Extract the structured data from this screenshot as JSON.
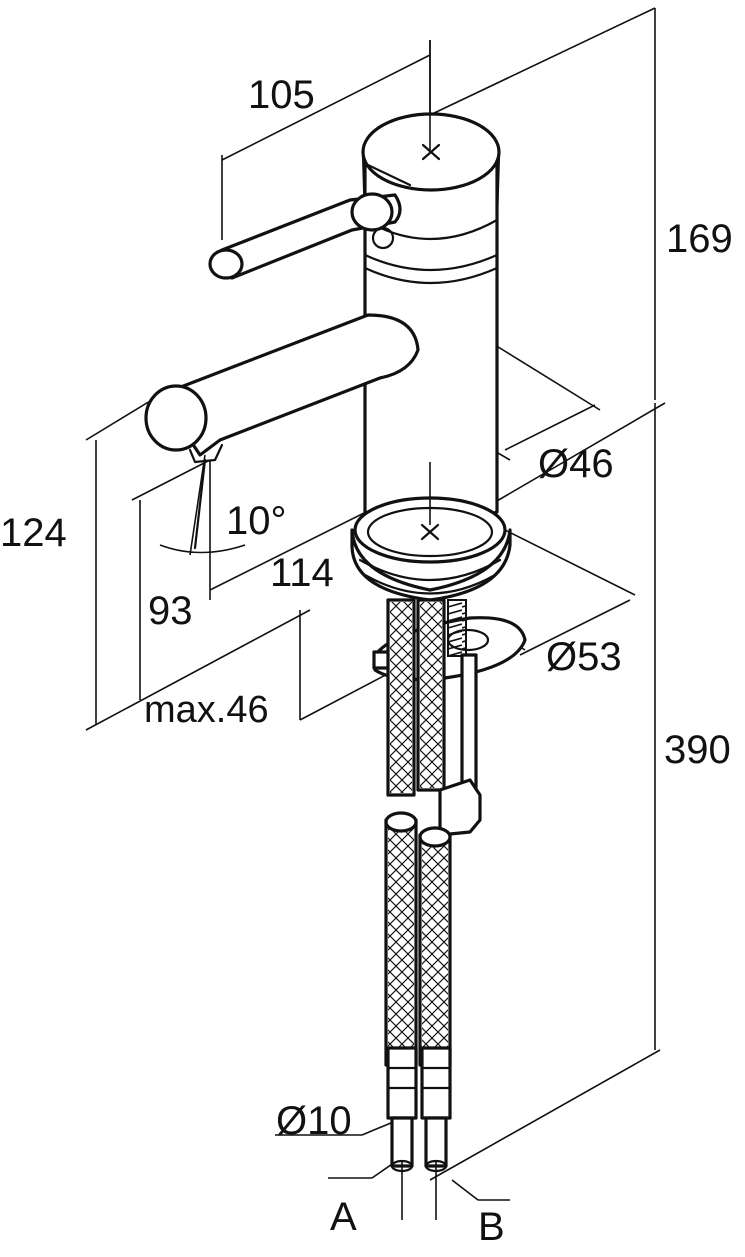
{
  "dimensions": {
    "handle_reach": "105",
    "upper_height": "169",
    "body_diameter": "Ø46",
    "spout_height": "124",
    "spout_angle": "10°",
    "spout_reach": "114",
    "lower_offset": "93",
    "base_diameter": "Ø53",
    "deck_thickness": "max.46",
    "total_length": "390",
    "hose_diameter": "Ø10"
  },
  "connections": {
    "a": "A",
    "b": "B"
  }
}
